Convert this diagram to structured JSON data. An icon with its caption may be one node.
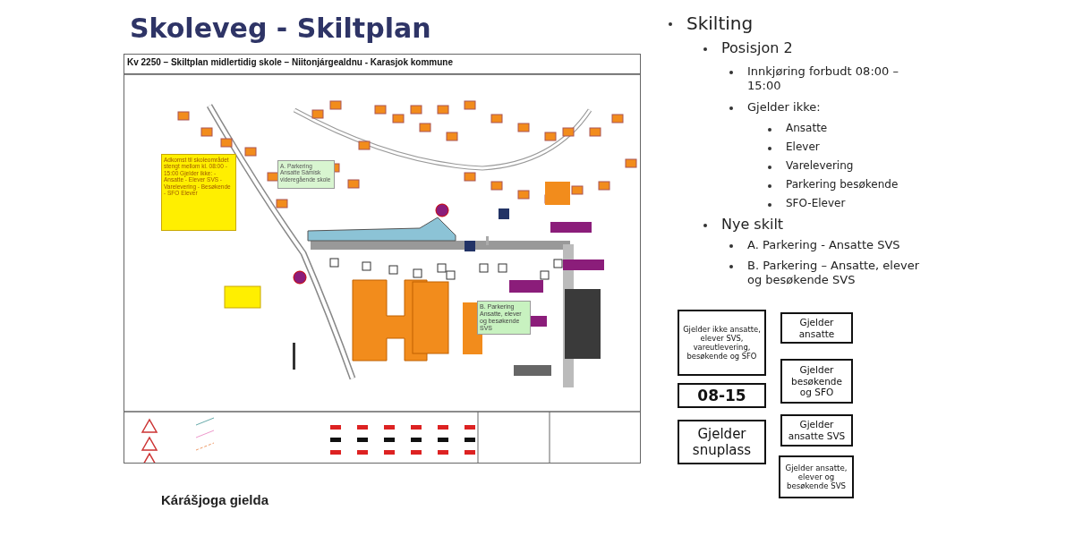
{
  "diagram": {
    "title": "Skoleveg - Skiltplan",
    "nodes": [
      {
        "text": [
          "Adkomst til skoleområdet stengt mellom kl. 08:00 - 15:00 Gjelder ikke: - Ansatte - Elever SVS - Varelevering - Besøkende - SFO Elever"
        ]
      },
      {
        "text": [
          "A. Parkering Ansatte Sámisk videregående skole"
        ]
      },
      {
        "text": [
          "B. Parkering Ansatte, elever og besøkende SVS"
        ]
      },
      {
        "text": [
          "Gjelder ikke ansatte, elever SVS, vareutlevering, besøkende og SFO"
        ]
      },
      {
        "text": [
          "08-15"
        ]
      },
      {
        "text": [
          "Gjelder snuplass"
        ]
      },
      {
        "text": [
          "Gjelder ansatte"
        ]
      },
      {
        "text": [
          "Gjelder besøkende og SFO"
        ]
      },
      {
        "text": [
          "Gjelder ansatte SVS"
        ]
      },
      {
        "text": [
          "Gjelder ansatte, elever og besøkende SVS"
        ]
      }
    ],
    "labels": [
      "Kv 2250 – Skiltplan midlertidig skole – Niitonjárgealdnu - Karasjok kommune",
      "Skilting",
      "Posisjon 2",
      "Innkjøring forbudt 08:00 – 15:00",
      "Gjelder ikke:",
      "Ansatte",
      "Elever",
      "Varelevering",
      "Parkering besøkende",
      "SFO-Elever",
      "Nye skilt",
      "A. Parkering - Ansatte SVS",
      "B. Parkering – Ansatte, elever og besøkende SVS",
      "Kárášjoga gielda"
    ]
  }
}
